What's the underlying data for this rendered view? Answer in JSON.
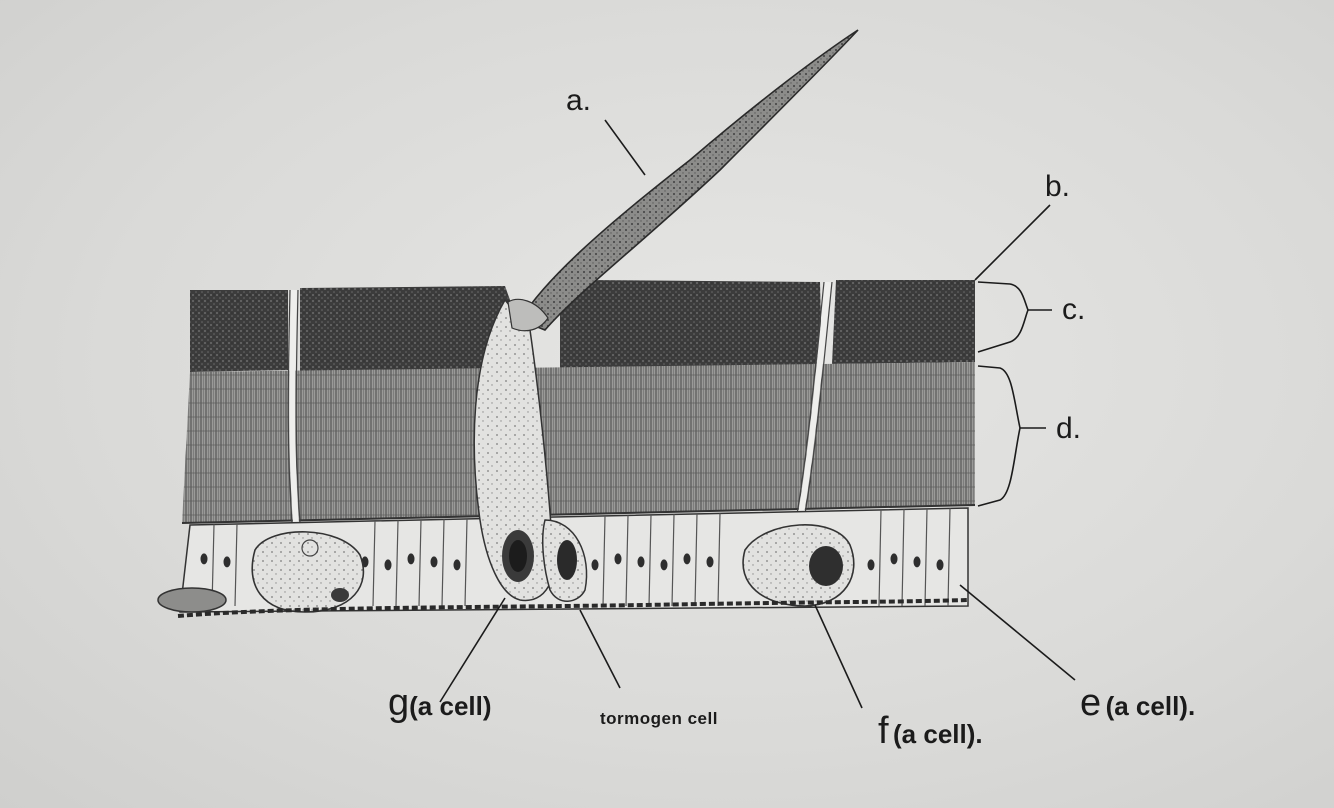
{
  "diagram": {
    "labels": {
      "a": "a.",
      "b": "b.",
      "c": "c.",
      "d": "d.",
      "e_letter": "e",
      "e_sub": "(a cell).",
      "f_letter": "f",
      "f_sub": "(a cell).",
      "g_letter": "g",
      "g_sub": "(a cell)",
      "tormogen": "tormogen cell"
    },
    "colors": {
      "paper": "#dedede",
      "ink": "#1b1b1b",
      "cuticle": "#3a3a3a",
      "procuticle": "#8a8a8a",
      "cell": "#e8e8e6"
    }
  }
}
